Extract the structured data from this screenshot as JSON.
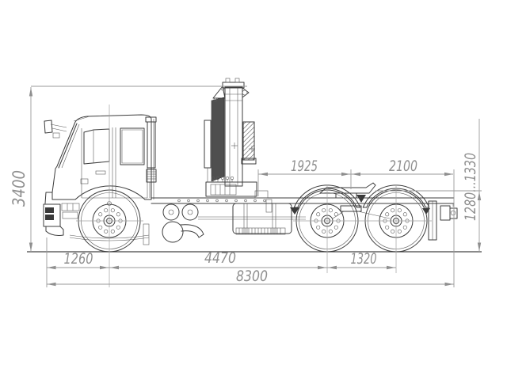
{
  "document": {
    "type": "technical-dimension-drawing",
    "subject": "truck tractor chassis with loader crane, side view"
  },
  "colors": {
    "background": "#ffffff",
    "drawing_line": "#3c3c3c",
    "dimension_line": "#9a9a9a",
    "dimension_text": "#8f8f8f"
  },
  "dimensions_mm": {
    "overall_height": "3400",
    "crane_to_fifth_wheel": "1925",
    "fifth_wheel_to_rear": "2100",
    "fifth_wheel_height_range": "1280...1330",
    "front_overhang_to_axle": "1260",
    "wheelbase": "4470",
    "rear_bogie_base": "1320",
    "overall_length": "8300"
  }
}
